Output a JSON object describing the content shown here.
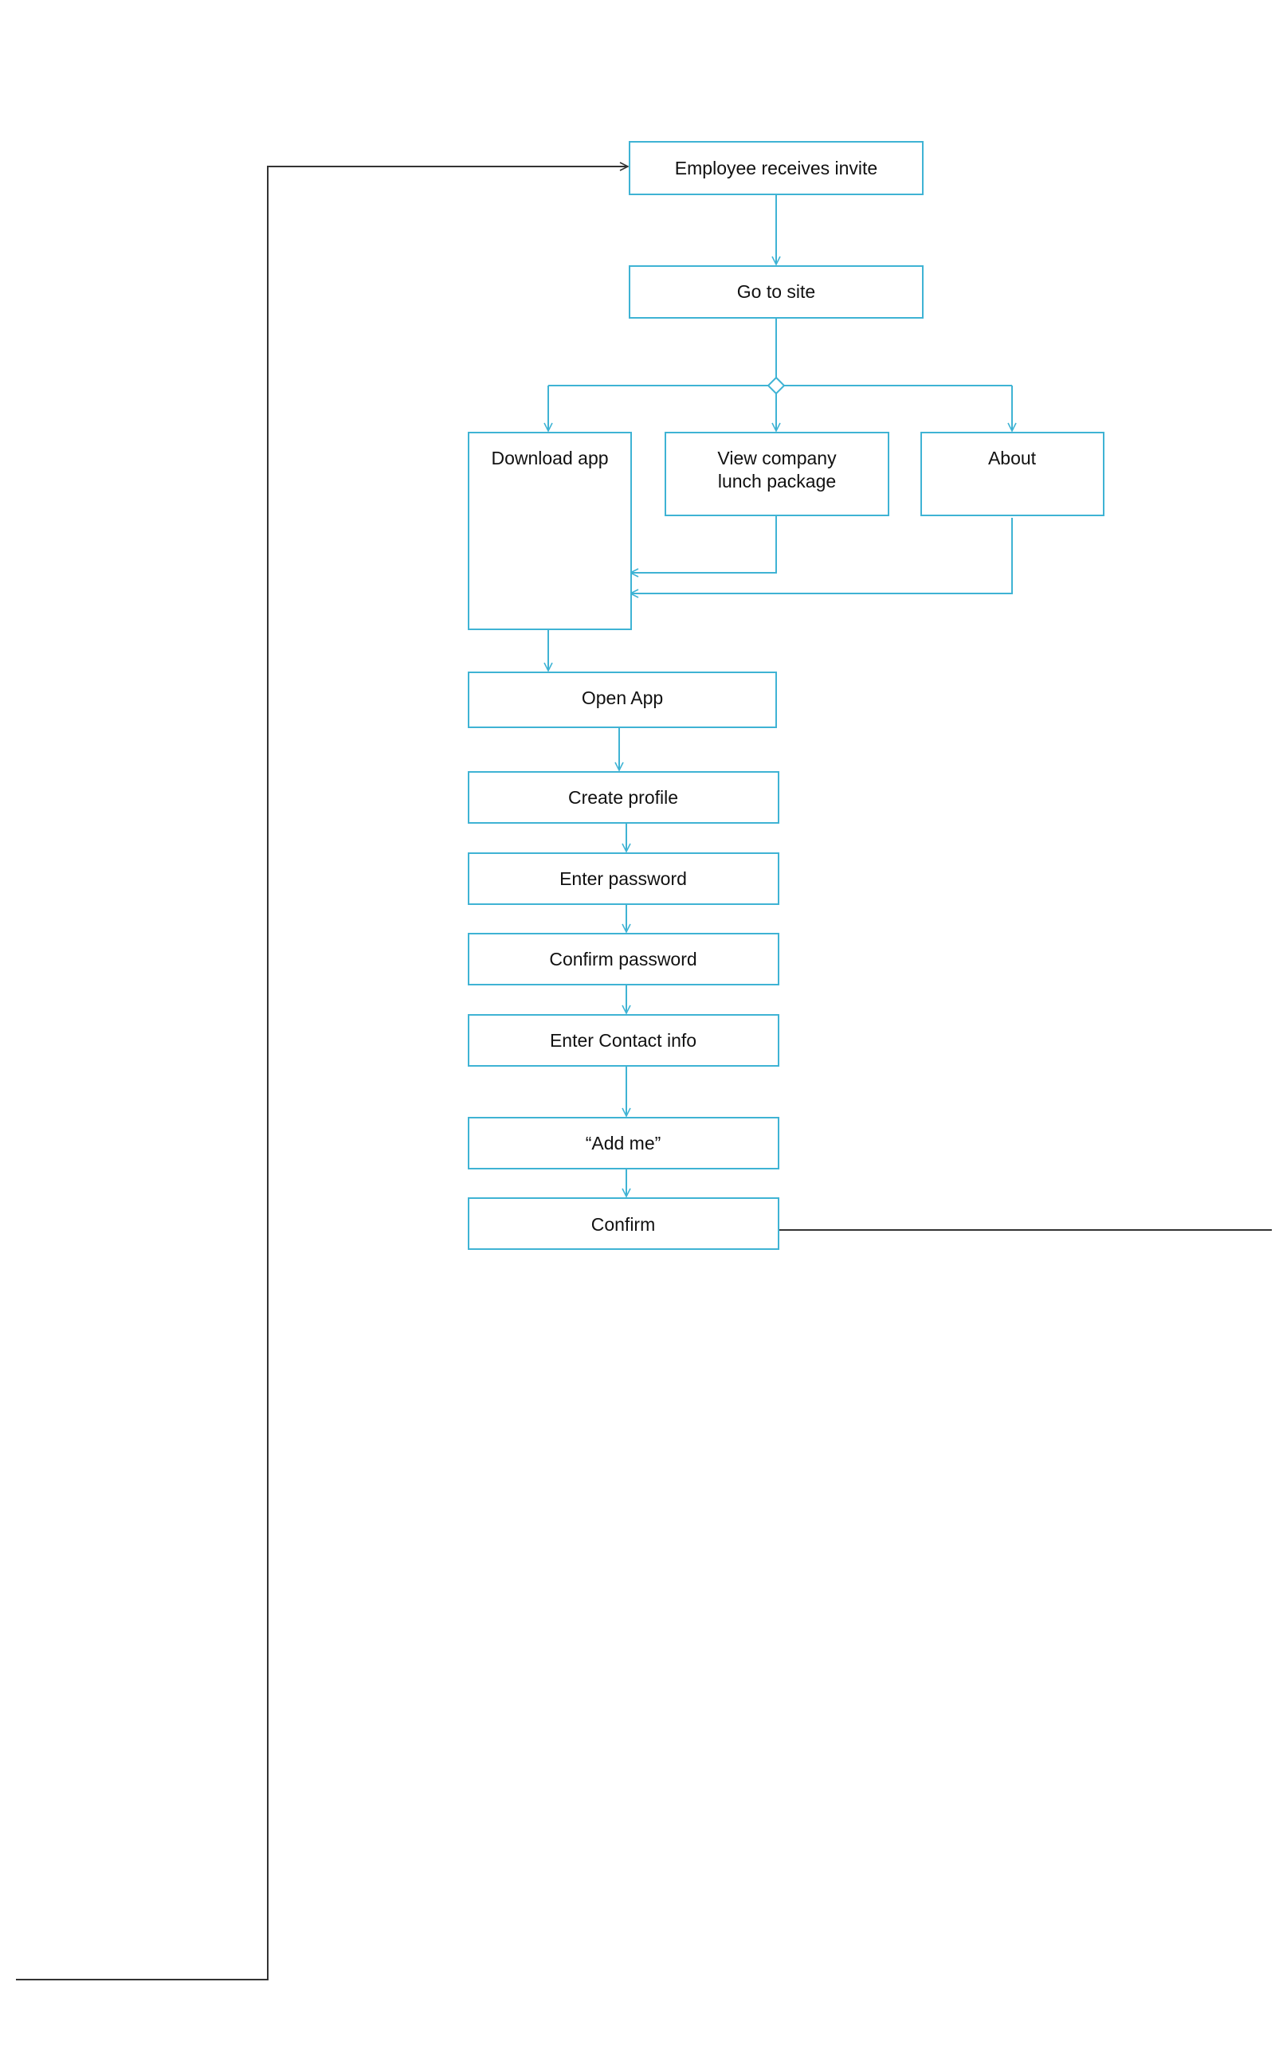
{
  "nodes": {
    "employee_receives_invite": "Employee receives invite",
    "go_to_site": "Go to site",
    "download_app": "Download app",
    "view_company_lunch_package": [
      "View company",
      "lunch package"
    ],
    "about": "About",
    "open_app": "Open App",
    "create_profile": "Create profile",
    "enter_password": "Enter password",
    "confirm_password": "Confirm password",
    "enter_contact_info": "Enter Contact info",
    "add_me": "“Add me”",
    "confirm": "Confirm"
  },
  "colors": {
    "node_border": "#3fb3d4",
    "flow_arrow": "#3fb3d4",
    "return_line": "#333333",
    "text": "#111111"
  }
}
